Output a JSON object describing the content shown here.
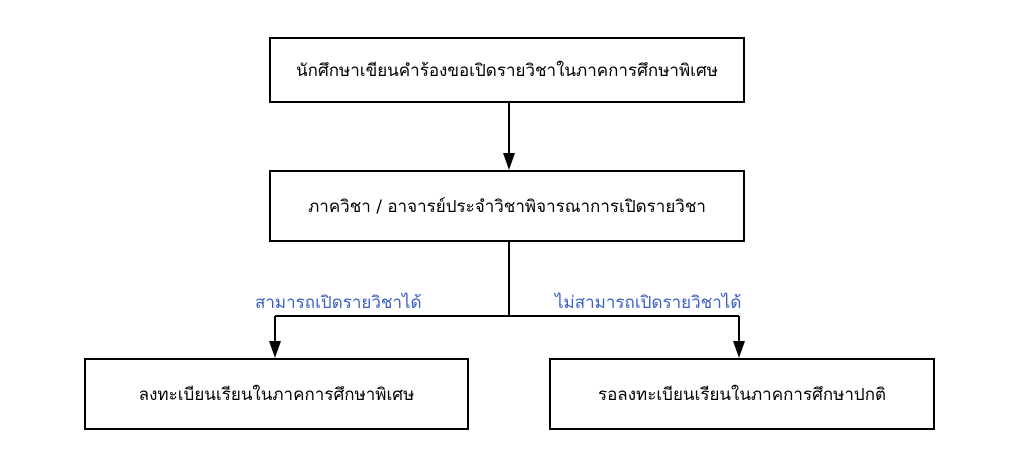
{
  "colors": {
    "box_border": "#000000",
    "connector": "#000000",
    "edge_label": "#3b5fc4"
  },
  "nodes": [
    {
      "text": "นักศึกษาเขียนคำร้องขอเปิดรายวิชาในภาคการศึกษาพิเศษ"
    },
    {
      "text": "ภาควิชา / อาจารย์ประจำวิชาพิจารณาการเปิดรายวิชา"
    },
    {
      "text": "ลงทะเบียนเรียนในภาคการศึกษาพิเศษ"
    },
    {
      "text": "รอลงทะเบียนเรียนในภาคการศึกษาปกติ"
    }
  ],
  "edge_labels": {
    "yes": "สามารถเปิดรายวิชาได้",
    "no": "ไม่สามารถเปิดรายวิชาได้"
  }
}
